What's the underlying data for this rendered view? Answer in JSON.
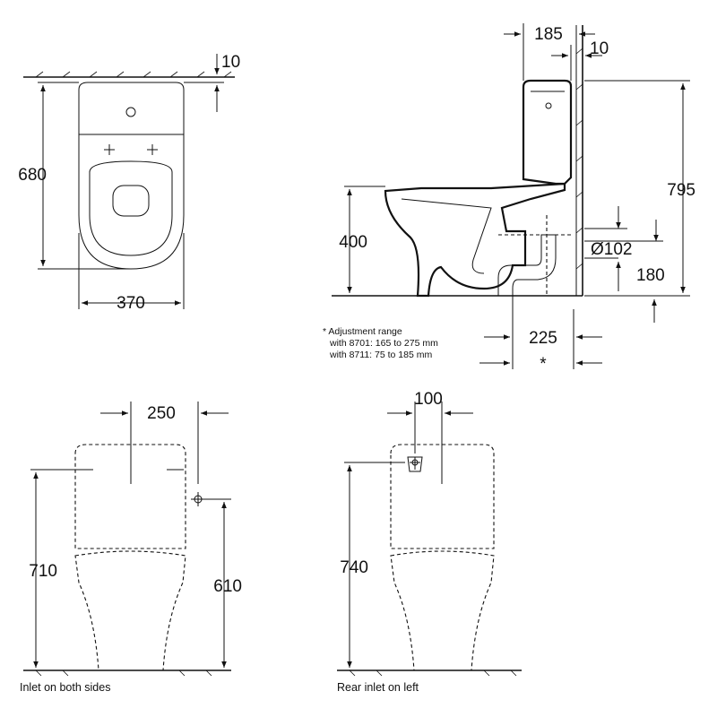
{
  "top_view": {
    "dims": {
      "width": "370",
      "depth": "680",
      "wall_gap": "10"
    }
  },
  "side_view": {
    "dims": {
      "cistern_depth": "185",
      "wall_gap": "10",
      "total_height": "795",
      "seat_height": "400",
      "outlet_diameter": "Ø102",
      "outlet_height": "180",
      "outlet_distance": "225",
      "adjustment_mark": "*"
    },
    "note": {
      "title": "* Adjustment range",
      "line1": "with 8701: 165 to 275 mm",
      "line2": "with 8711:  75 to 185 mm"
    }
  },
  "front_left": {
    "dims": {
      "inlet_spacing": "250",
      "inlet_height": "610",
      "total_height": "710"
    },
    "caption": "Inlet on both sides"
  },
  "front_right": {
    "dims": {
      "inlet_offset": "100",
      "total_height": "740"
    },
    "caption": "Rear inlet on left"
  }
}
